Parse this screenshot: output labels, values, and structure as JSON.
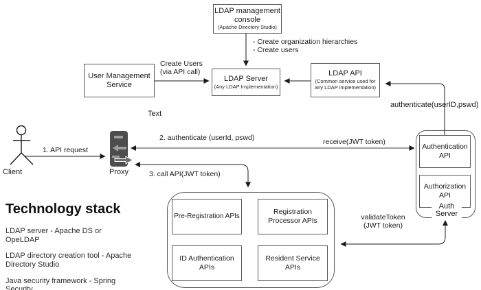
{
  "diagram": {
    "nodes": {
      "console": {
        "title": "LDAP management console",
        "subtitle": "(Apache Directory Studio)"
      },
      "ums": {
        "title": "User Management Service"
      },
      "ldap_server": {
        "title": "LDAP Server",
        "subtitle": "(Any LDAP Implementation)"
      },
      "ldap_api": {
        "title": "LDAP API",
        "subtitle_line1": "(Common service used for",
        "subtitle_line2": "any LDAP implementation)"
      },
      "auth_api": {
        "title": "Authentication API"
      },
      "authz_api": {
        "title": "Authorization API"
      },
      "auth_server_label": "Auth Server",
      "pre_reg": {
        "title": "Pre-Registration APIs"
      },
      "reg_proc": {
        "title": "Registration Processor APIs"
      },
      "id_auth": {
        "title": "ID Authentication APIs"
      },
      "resident": {
        "title": "Resident Service APIs"
      }
    },
    "actors": {
      "client": "Client",
      "proxy": "Proxy"
    },
    "edges": {
      "create_org_hierarchies": "- Create organization hierarchies",
      "create_users_item": "- Create users",
      "create_users_line1": "Create Users",
      "create_users_line2": "(via API call)",
      "api_request": "1. API request",
      "authenticate_step2": "2. authenticate (userId, pswd)",
      "receive_token": "receive(JWT token)",
      "call_api_step3": "3. call API(JWT token)",
      "authenticate_upper": "authenticate(userID,pswd)",
      "validate_line1": "validateToken",
      "validate_line2": "(JWT token)",
      "stray_text": "Text"
    },
    "tech_stack": {
      "heading": "Technology stack",
      "items": [
        "LDAP server - Apache DS or OpeLDAP",
        "LDAP directory creation tool - Apache Directory Studio",
        "Java security framework - Spring Security"
      ]
    },
    "colors": {
      "box_border": "#595959",
      "arrow": "#1a1a1a",
      "proxy_fill": "#4d4d4d",
      "proxy_accent": "#9e9e9e",
      "background": "#ffffff"
    }
  }
}
